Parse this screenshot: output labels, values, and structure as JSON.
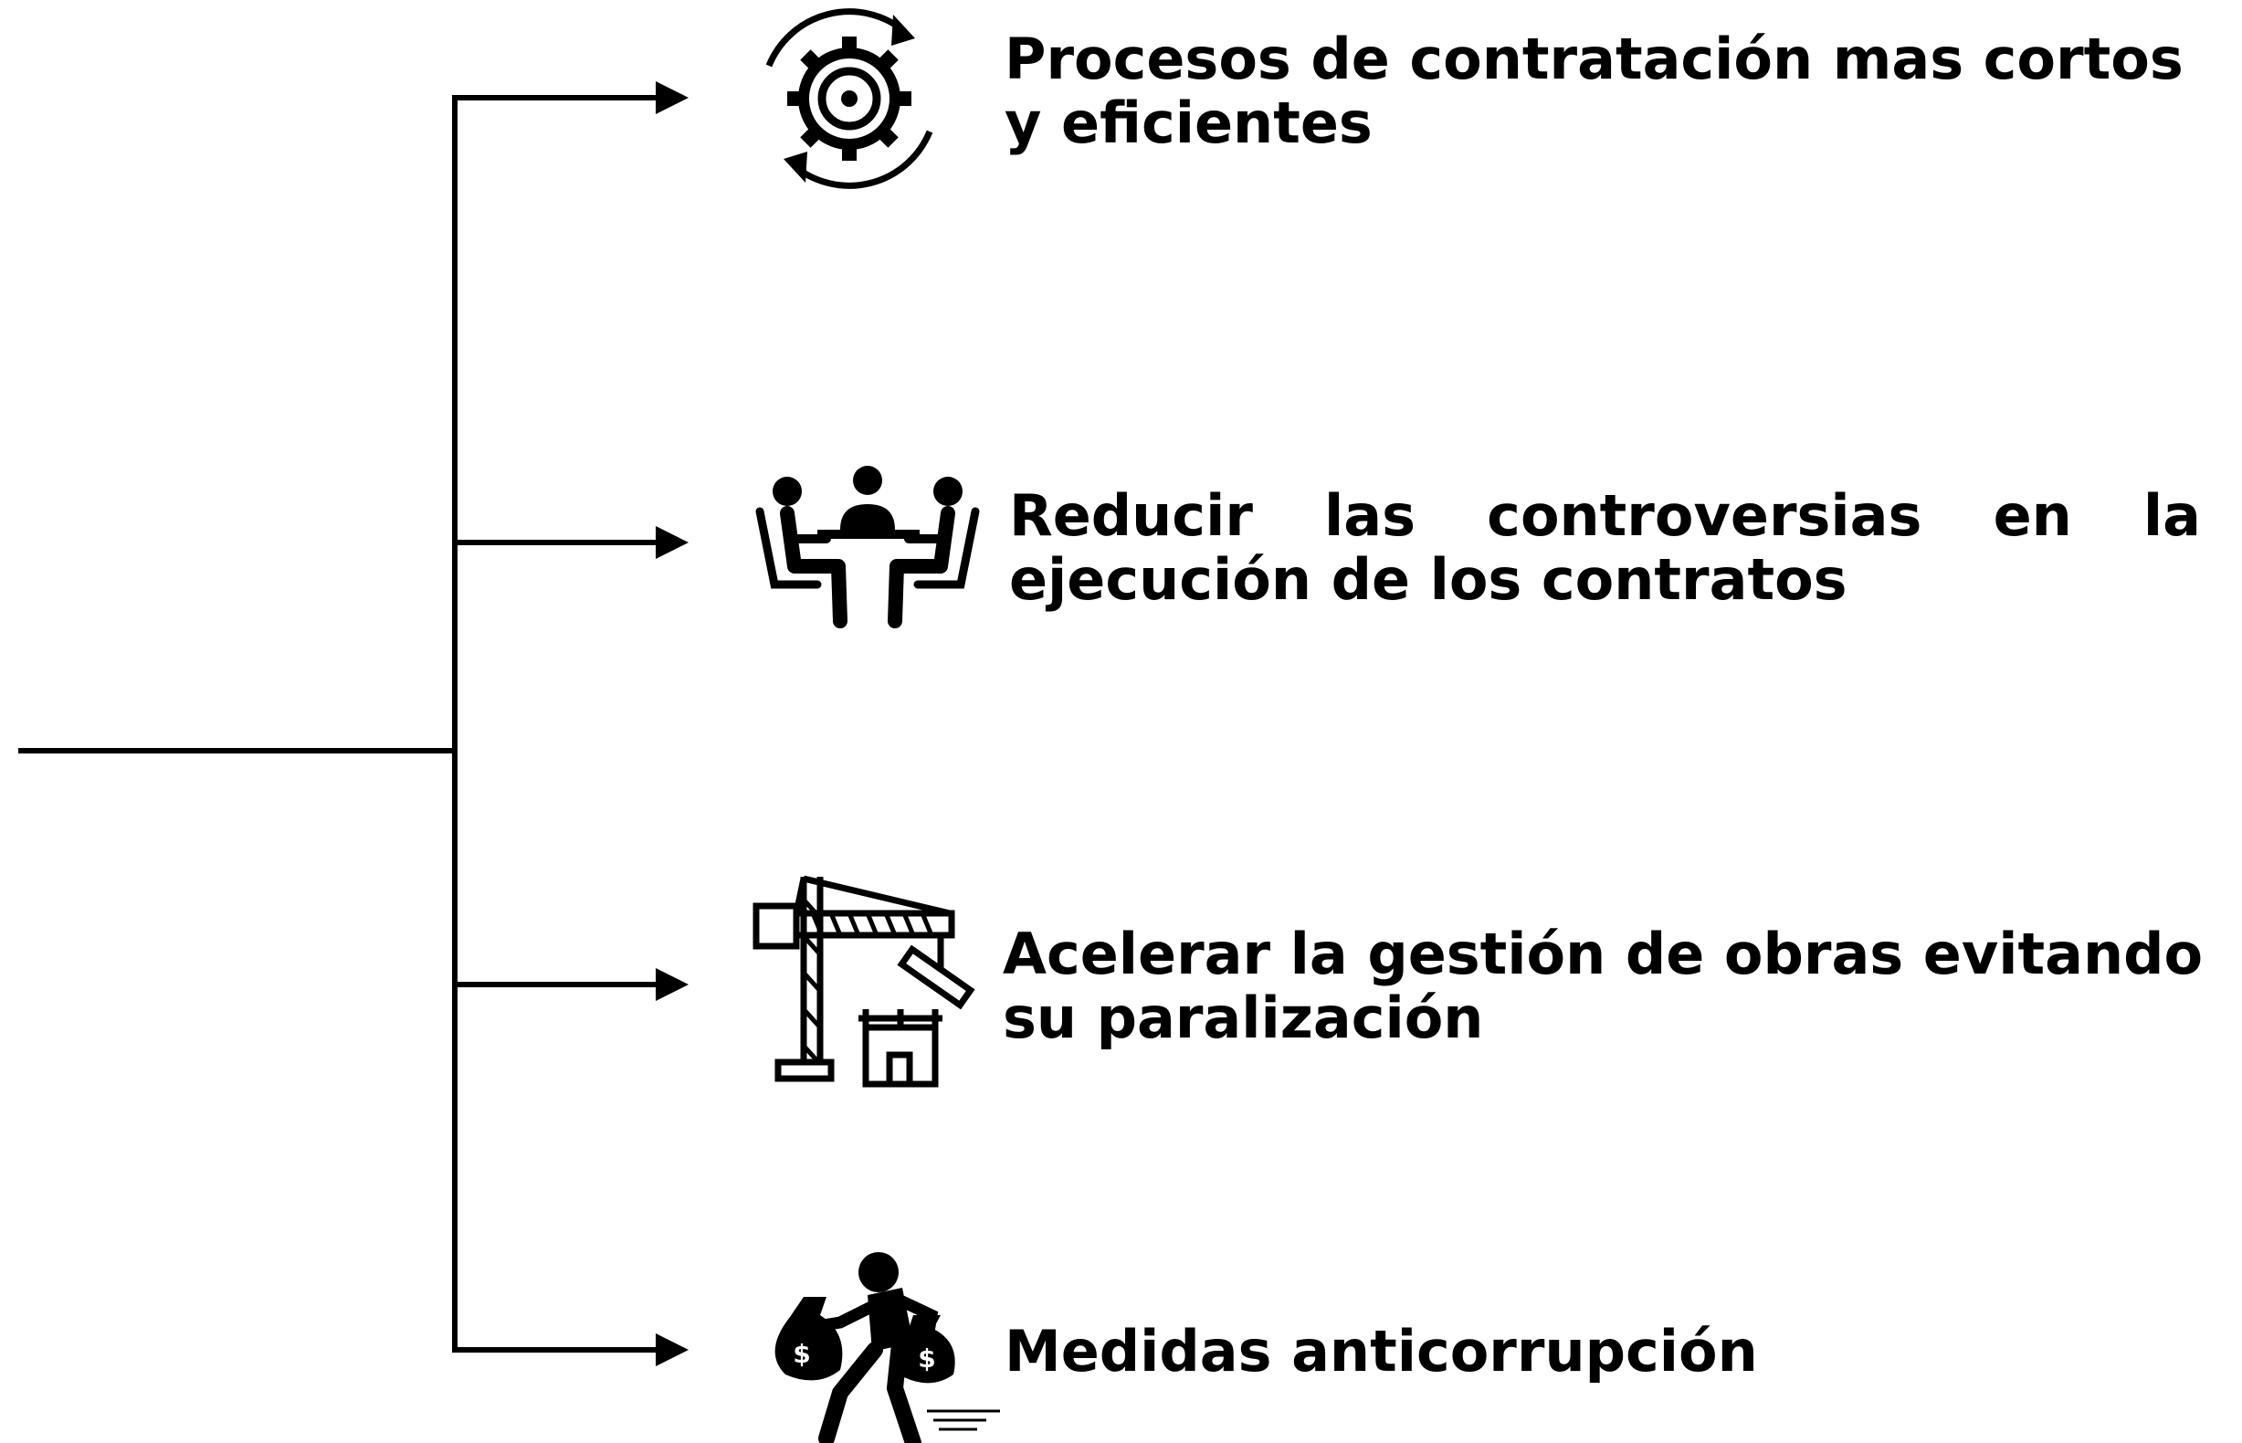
{
  "items": [
    {
      "icon": "gear-cycle-icon",
      "lines": [
        "Procesos de contratación mas cortos",
        "y eficientes"
      ]
    },
    {
      "icon": "meeting-table-icon",
      "lines": [
        "Reducir las controversias en la",
        "ejecución de los contratos"
      ]
    },
    {
      "icon": "construction-crane-icon",
      "lines": [
        "Acelerar la gestión de obras evitando",
        "su paralización"
      ]
    },
    {
      "icon": "corruption-thief-icon",
      "lines": [
        "Medidas anticorrupción"
      ]
    }
  ],
  "colors": {
    "stroke": "#000000",
    "text": "#000000",
    "background": "#ffffff"
  }
}
